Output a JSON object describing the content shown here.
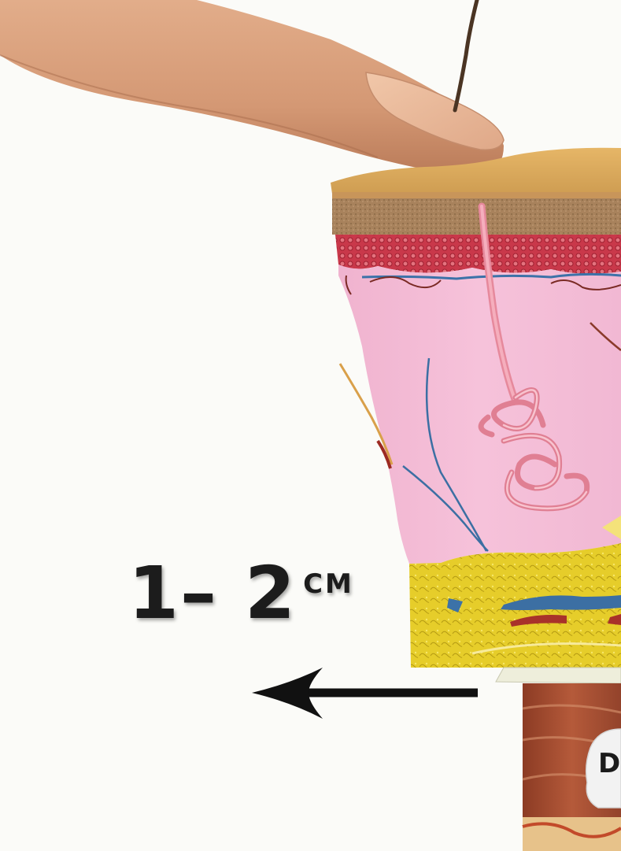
{
  "measurement": {
    "value": "1– 2",
    "unit": "CM"
  },
  "badge": {
    "letter": "D"
  },
  "icons": [
    "finger-icon",
    "hair-icon",
    "arrow-left-icon"
  ],
  "colors": {
    "skin_finger": "#d9a07d",
    "epidermis": "#c99a5c",
    "dermis": "#f4b8d2",
    "fat_layer": "#e7cf2c",
    "muscle": "#a0452a",
    "arrow": "#111111"
  }
}
